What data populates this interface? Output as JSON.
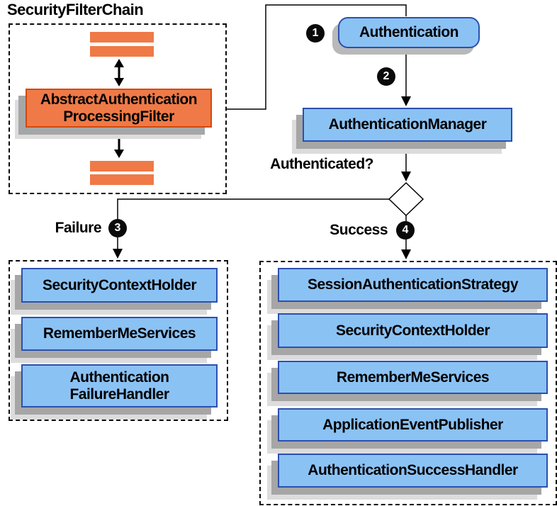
{
  "diagram": {
    "title": "SecurityFilterChain",
    "filter_chain": {
      "filter_label": "AbstractAuthentication\nProcessingFilter"
    },
    "nodes": {
      "authentication": "Authentication",
      "authentication_manager": "AuthenticationManager"
    },
    "labels": {
      "authenticated": "Authenticated?",
      "failure": "Failure",
      "success": "Success"
    },
    "badges": [
      "1",
      "2",
      "3",
      "4"
    ],
    "failure_items": [
      "SecurityContextHolder",
      "RememberMeServices",
      "Authentication\nFailureHandler"
    ],
    "success_items": [
      "SessionAuthenticationStrategy",
      "SecurityContextHolder",
      "RememberMeServices",
      "ApplicationEventPublisher",
      "AuthenticationSuccessHandler"
    ]
  },
  "colors": {
    "node_blue": "#8bc2f4",
    "node_border": "#2b50ae",
    "orange": "#ef7a47",
    "orange_border": "#d14a0e",
    "shadow_dark": "#a6a6a6",
    "shadow_light": "#dcdcdc",
    "rounded_shadow": "#b9b9b9",
    "line": "#000000"
  }
}
